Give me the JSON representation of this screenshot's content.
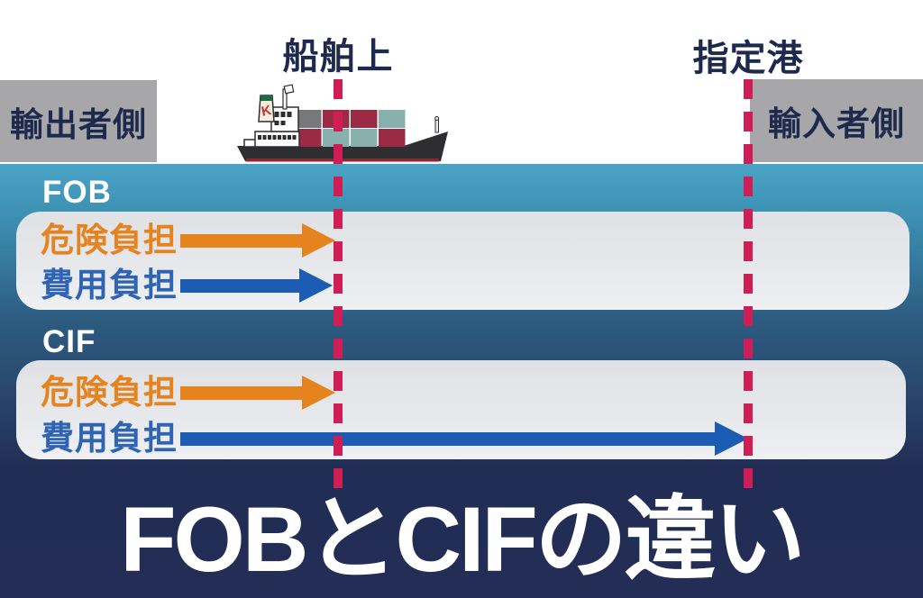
{
  "header": {
    "on_board_label": "船舶上",
    "designated_port_label": "指定港"
  },
  "sides": {
    "exporter_label": "輸出者側",
    "importer_label": "輸入者側"
  },
  "ship": {
    "funnel_letter": "K"
  },
  "fob": {
    "name": "FOB",
    "risk_label": "危険負担",
    "cost_label": "費用負担"
  },
  "cif": {
    "name": "CIF",
    "risk_label": "危険負担",
    "cost_label": "費用負担"
  },
  "footer": {
    "title": "FOBとCIFの違い"
  },
  "colors": {
    "risk_arrow_orange": "#e5831f",
    "cost_arrow_blue": "#1d5cb3",
    "boundary_dash_pink": "#d01d55",
    "sea_top_teal": "#4aa3c5",
    "navy_background": "#232d55",
    "panel_light_gray": "#e7e8ec",
    "side_box_gray": "#a7a7a9",
    "label_navy": "#1e2a4d",
    "container_crimson": "#9b2b45",
    "container_teal": "#88b0ad",
    "container_gray": "#77787a"
  }
}
